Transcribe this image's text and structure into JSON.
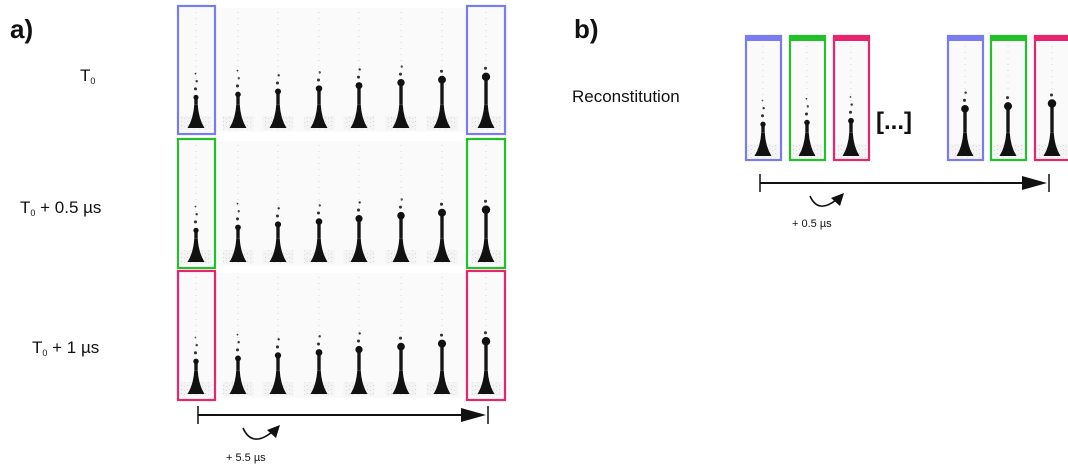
{
  "panels": {
    "a": {
      "label": "a)",
      "rows": [
        {
          "prefix": "T",
          "sub": "0",
          "suffix": "",
          "color": "#7b7bf0"
        },
        {
          "prefix": "T",
          "sub": "0",
          "suffix": " + 0.5 µs",
          "color": "#22c02a"
        },
        {
          "prefix": "T",
          "sub": "0",
          "suffix": " + 1 µs",
          "color": "#e8246c"
        }
      ],
      "interval_label": "+ 5.5 µs"
    },
    "b": {
      "label": "b)",
      "title": "Reconstitution",
      "ellipsis": "[...]",
      "interval_label": "+ 0.5 µs"
    }
  },
  "colors": {
    "blue": "#7b7bf0",
    "green": "#22c02a",
    "pink": "#e8246c",
    "ink": "#111111"
  }
}
